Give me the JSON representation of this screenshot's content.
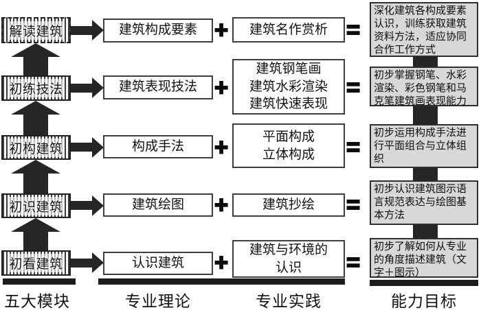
{
  "operators": {
    "plus": "+",
    "equals": "="
  },
  "footer": {
    "modules": "五大模块",
    "theory": "专业理论",
    "practice": "专业实践",
    "goal": "能力目标"
  },
  "rows": [
    {
      "module": "解读建筑",
      "theory": "建筑构成要素",
      "practice": "建筑名作赏析",
      "goal": "深化建筑各构成要素认识，训练获取建筑资料方法，适应协同合作工作方式"
    },
    {
      "module": "初练技法",
      "theory": "建筑表现技法",
      "practice": "建筑钢笔画\n建筑水彩渲染\n建筑快速表现",
      "goal": "初步掌握钢笔、水彩渲染、彩色钢笔和马克笔建筑画表现能力"
    },
    {
      "module": "初构建筑",
      "theory": "构成手法",
      "practice": "平面构成\n立体构成",
      "goal": "初步运用构成手法进行平面组合与立体组织"
    },
    {
      "module": "初识建筑",
      "theory": "建筑绘图",
      "practice": "建筑抄绘",
      "goal": "初步认识建筑图示语言规范表达与绘图基本方法"
    },
    {
      "module": "初看建筑",
      "theory": "认识建筑",
      "practice": "建筑与环境的\n认识",
      "goal": "初步了解如何从专业的角度描述建筑（文字＋图示）"
    }
  ],
  "colors": {
    "goal_box_bg": "#d8d8d8",
    "arrow": "#262626",
    "border": "#2e2e2e"
  }
}
